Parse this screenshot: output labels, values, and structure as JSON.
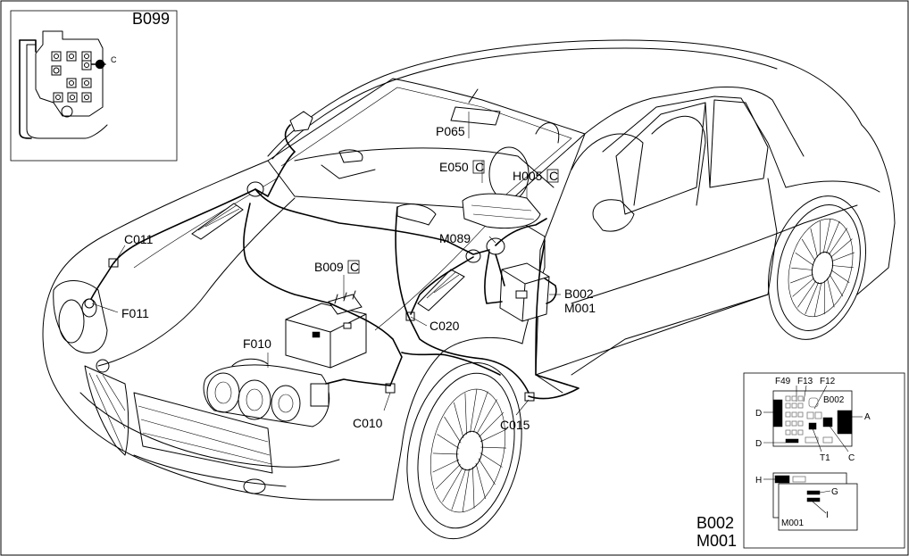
{
  "inset_fusebox": {
    "title": "B099",
    "pin_label": "C"
  },
  "inset_ecu": {
    "title_line1": "B002",
    "title_line2": "M001",
    "fuse_labels": [
      "F49",
      "F13",
      "F12"
    ],
    "board_label": "B002",
    "module_label": "M001",
    "pins": [
      "D",
      "A",
      "D",
      "T1",
      "C",
      "H",
      "G",
      "I"
    ]
  },
  "components": [
    {
      "id": "C011"
    },
    {
      "id": "F011"
    },
    {
      "id": "F010"
    },
    {
      "id": "B009",
      "boxed": "C"
    },
    {
      "id": "C020"
    },
    {
      "id": "C010"
    },
    {
      "id": "C015"
    },
    {
      "id": "P065"
    },
    {
      "id": "E050",
      "boxed": "C"
    },
    {
      "id": "H005",
      "boxed": "C"
    },
    {
      "id": "M089"
    },
    {
      "id": "B002"
    },
    {
      "id": "M001"
    }
  ],
  "colors": {
    "line": "#000000",
    "background": "#ffffff"
  }
}
